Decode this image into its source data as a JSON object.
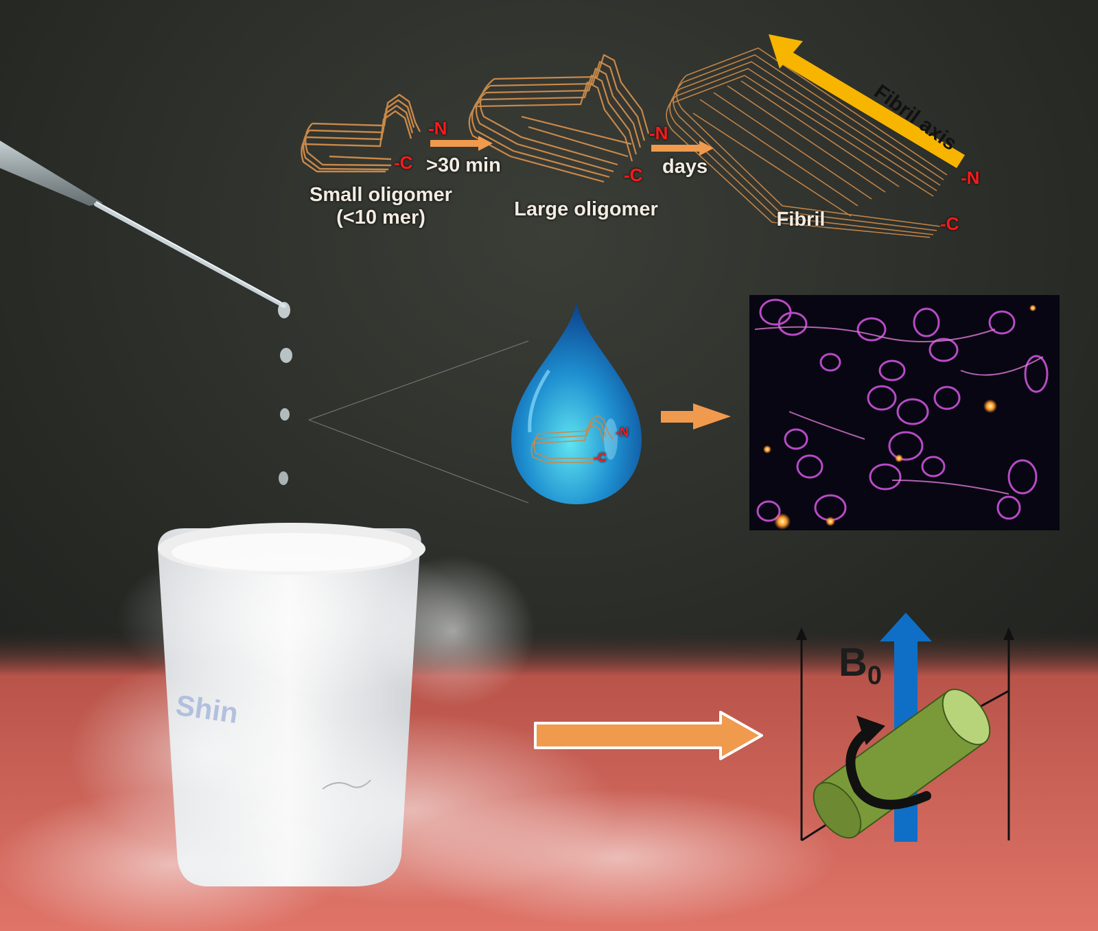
{
  "stages": {
    "small": {
      "title_line1": "Small oligomer",
      "title_line2": "(<10 mer)",
      "n_term": "-N",
      "c_term": "-C"
    },
    "large": {
      "title": "Large oligomer",
      "n_term": "-N",
      "c_term": "-C"
    },
    "fibril": {
      "title": "Fibril",
      "n_term": "-N",
      "c_term": "-C"
    }
  },
  "transitions": {
    "first": ">30 min",
    "second": "days"
  },
  "fibril_axis_label": "Fibril axis",
  "droplet": {
    "n_term": "-N",
    "c_term": "-C"
  },
  "beaker_brand": "Shin",
  "magnet": {
    "label": "B",
    "subscript": "0"
  },
  "colors": {
    "protein_strand": "#c8894a",
    "terminus_red": "#ff1a1a",
    "arrow_orange": "#f09a4e",
    "fibril_axis_arrow": "#f7b500",
    "b0_arrow": "#0f6fc6",
    "rotor_green": "#7a9a3a",
    "floor_red": "#d85a4e"
  }
}
